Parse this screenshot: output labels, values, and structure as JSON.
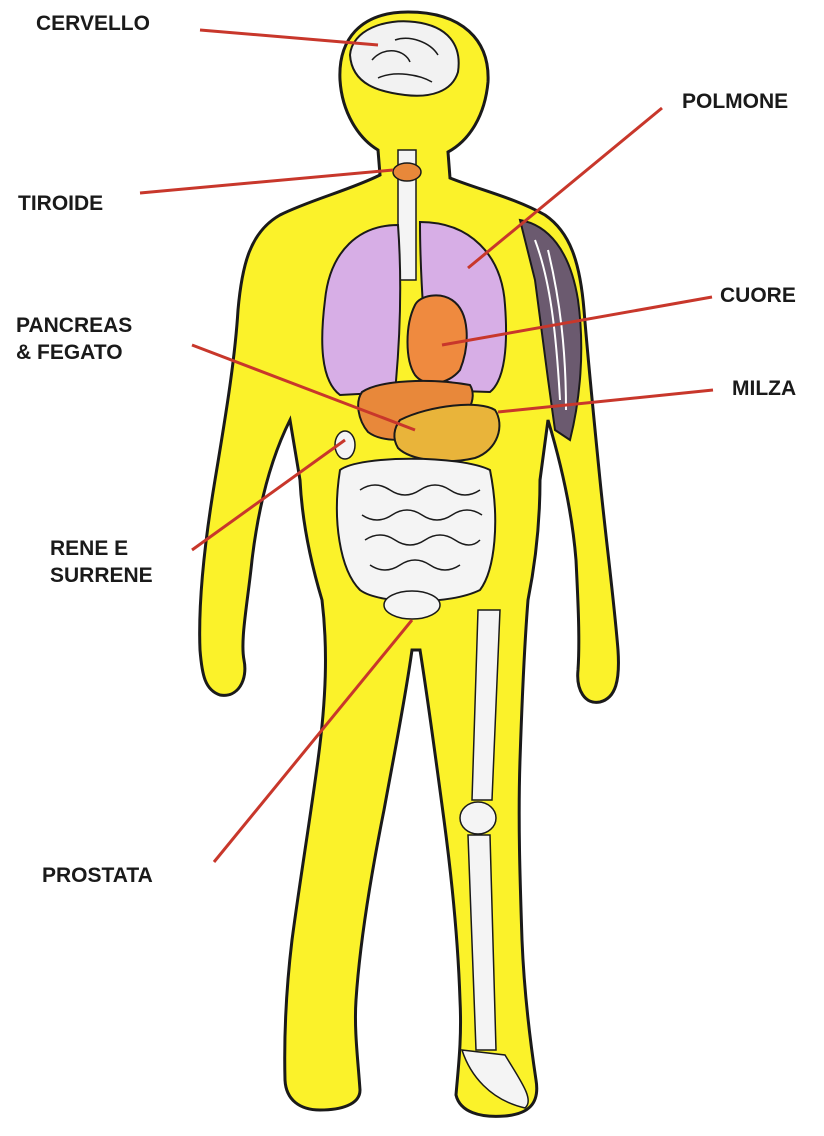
{
  "colors": {
    "body": "#fbf22a",
    "outline": "#1a1a1a",
    "leader": "#c8372b",
    "lung": "#d7aee6",
    "liver": "#e8883a",
    "heart": "#ef8a3f",
    "stomach": "#e9b43a",
    "bone": "#f4f4f4",
    "brain": "#f2f2f2"
  },
  "labels": {
    "brain": "CERVELLO",
    "thyroid": "TIROIDE",
    "lung": "POLMONE",
    "heart": "CUORE",
    "pancreas": "PANCREAS\n& FEGATO",
    "spleen": "MILZA",
    "kidney": "RENE  E\nSURRENE",
    "prostate": "PROSTATA"
  }
}
